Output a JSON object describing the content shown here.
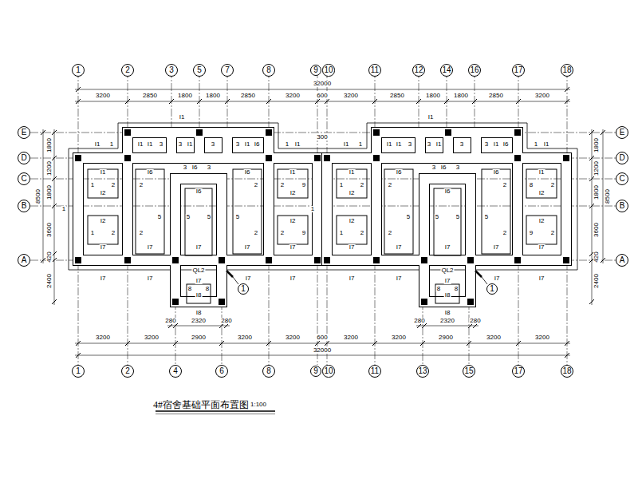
{
  "diagram": {
    "title": "4#宿舍基础平面布置图",
    "nodes": [
      {
        "text": [
          "1"
        ]
      },
      {
        "text": [
          "2"
        ]
      },
      {
        "text": [
          "3"
        ]
      },
      {
        "text": [
          "5"
        ]
      },
      {
        "text": [
          "7"
        ]
      },
      {
        "text": [
          "8"
        ]
      },
      {
        "text": [
          "9"
        ]
      },
      {
        "text": [
          "10"
        ]
      },
      {
        "text": [
          "11"
        ]
      },
      {
        "text": [
          "12"
        ]
      },
      {
        "text": [
          "14"
        ]
      },
      {
        "text": [
          "16"
        ]
      },
      {
        "text": [
          "17"
        ]
      },
      {
        "text": [
          "18"
        ]
      },
      {
        "text": [
          "E"
        ]
      },
      {
        "text": [
          "D"
        ]
      },
      {
        "text": [
          "C"
        ]
      },
      {
        "text": [
          "B"
        ]
      },
      {
        "text": [
          "A"
        ]
      },
      {
        "text": [
          "E"
        ]
      },
      {
        "text": [
          "D"
        ]
      },
      {
        "text": [
          "C"
        ]
      },
      {
        "text": [
          "B"
        ]
      },
      {
        "text": [
          "A"
        ]
      },
      {
        "text": [
          "1"
        ]
      },
      {
        "text": [
          "1"
        ]
      },
      {
        "text": [
          "1"
        ]
      },
      {
        "text": [
          "2"
        ]
      },
      {
        "text": [
          "4"
        ]
      },
      {
        "text": [
          "6"
        ]
      },
      {
        "text": [
          "8"
        ]
      },
      {
        "text": [
          "9"
        ]
      },
      {
        "text": [
          "10"
        ]
      },
      {
        "text": [
          "11"
        ]
      },
      {
        "text": [
          "13"
        ]
      },
      {
        "text": [
          "15"
        ]
      },
      {
        "text": [
          "17"
        ]
      },
      {
        "text": [
          "18"
        ]
      }
    ],
    "labels": [
      "3200",
      "2850",
      "1800",
      "1800",
      "2850",
      "3200",
      "600",
      "3200",
      "2850",
      "1800",
      "1800",
      "2850",
      "3200",
      "32000",
      "3200",
      "3200",
      "2900",
      "3200",
      "3200",
      "600",
      "3200",
      "3200",
      "2900",
      "3200",
      "3200",
      "32000",
      "280",
      "2320",
      "280",
      "280",
      "2320",
      "280",
      "1800",
      "1200",
      "1800",
      "3600",
      "420",
      "2400",
      "8500",
      "1800",
      "1200",
      "1800",
      "3600",
      "420",
      "2400",
      "8500",
      "I1",
      "I1",
      "1",
      "I1",
      "I1",
      "3",
      "3",
      "I1",
      "3",
      "3",
      "I1",
      "I6",
      "1",
      "I1",
      "I1",
      "1",
      "2",
      "I2",
      "1",
      "I2",
      "1",
      "2",
      "I7",
      "I6",
      "2",
      "2",
      "5",
      "I7",
      "3",
      "I6",
      "3",
      "I6",
      "5",
      "5",
      "I7",
      "I6",
      "5",
      "2",
      "2",
      "I7",
      "I1",
      "2",
      "9",
      "I2",
      "I2",
      "2",
      "9",
      "I7",
      "I7",
      "I7",
      "QL2",
      "I7",
      "8",
      "8",
      "I8",
      "I8",
      "I7",
      "I7",
      "I1",
      "I1",
      "1",
      "I1",
      "I1",
      "3",
      "3",
      "I1",
      "3",
      "3",
      "I1",
      "I6",
      "1",
      "I1",
      "I1",
      "1",
      "2",
      "I2",
      "1",
      "I2",
      "1",
      "2",
      "I7",
      "I6",
      "2",
      "2",
      "5",
      "I7",
      "3",
      "I6",
      "3",
      "I6",
      "5",
      "5",
      "I7",
      "I6",
      "5",
      "2",
      "2",
      "I7",
      "I1",
      "8",
      "2",
      "I2",
      "I2",
      "9",
      "2",
      "I7",
      "I7",
      "I7",
      "QL2",
      "I7",
      "8",
      "8",
      "I8",
      "I8",
      "I7",
      "I7",
      "300",
      "1:100"
    ]
  }
}
